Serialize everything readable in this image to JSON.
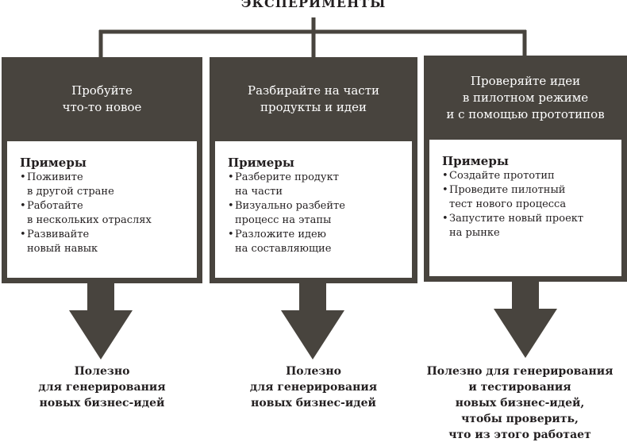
{
  "title": "ЭКСПЕРИМЕНТЫ",
  "colors": {
    "dark": "#48443e",
    "text": "#231f20",
    "background": "#ffffff"
  },
  "columns": [
    {
      "header": "Пробуйте\nчто-то новое",
      "examples_title": "Примеры",
      "examples": [
        "Поживите\nв другой стране",
        "Работайте\nв нескольких отраслях",
        "Развивайте\nновый навык"
      ],
      "result": "Полезно\nдля генерирования\nновых бизнес-идей"
    },
    {
      "header": "Разбирайте на части\nпродукты и идеи",
      "examples_title": "Примеры",
      "examples": [
        "Разберите продукт\nна части",
        "Визуально разбейте\nпроцесс на этапы",
        "Разложите идею\nна составляющие"
      ],
      "result": "Полезно\nдля генерирования\nновых бизнес-идей"
    },
    {
      "header": "Проверяйте идеи\nв пилотном режиме\nи с помощью прототипов",
      "examples_title": "Примеры",
      "examples": [
        "Создайте прототип",
        "Проведите пилотный\nтест нового процесса",
        "Запустите новый проект\nна рынке"
      ],
      "result": "Полезно для генерирования\nи тестирования\nновых бизнес-идей,\nчтобы проверить,\nчто из этого работает"
    }
  ]
}
